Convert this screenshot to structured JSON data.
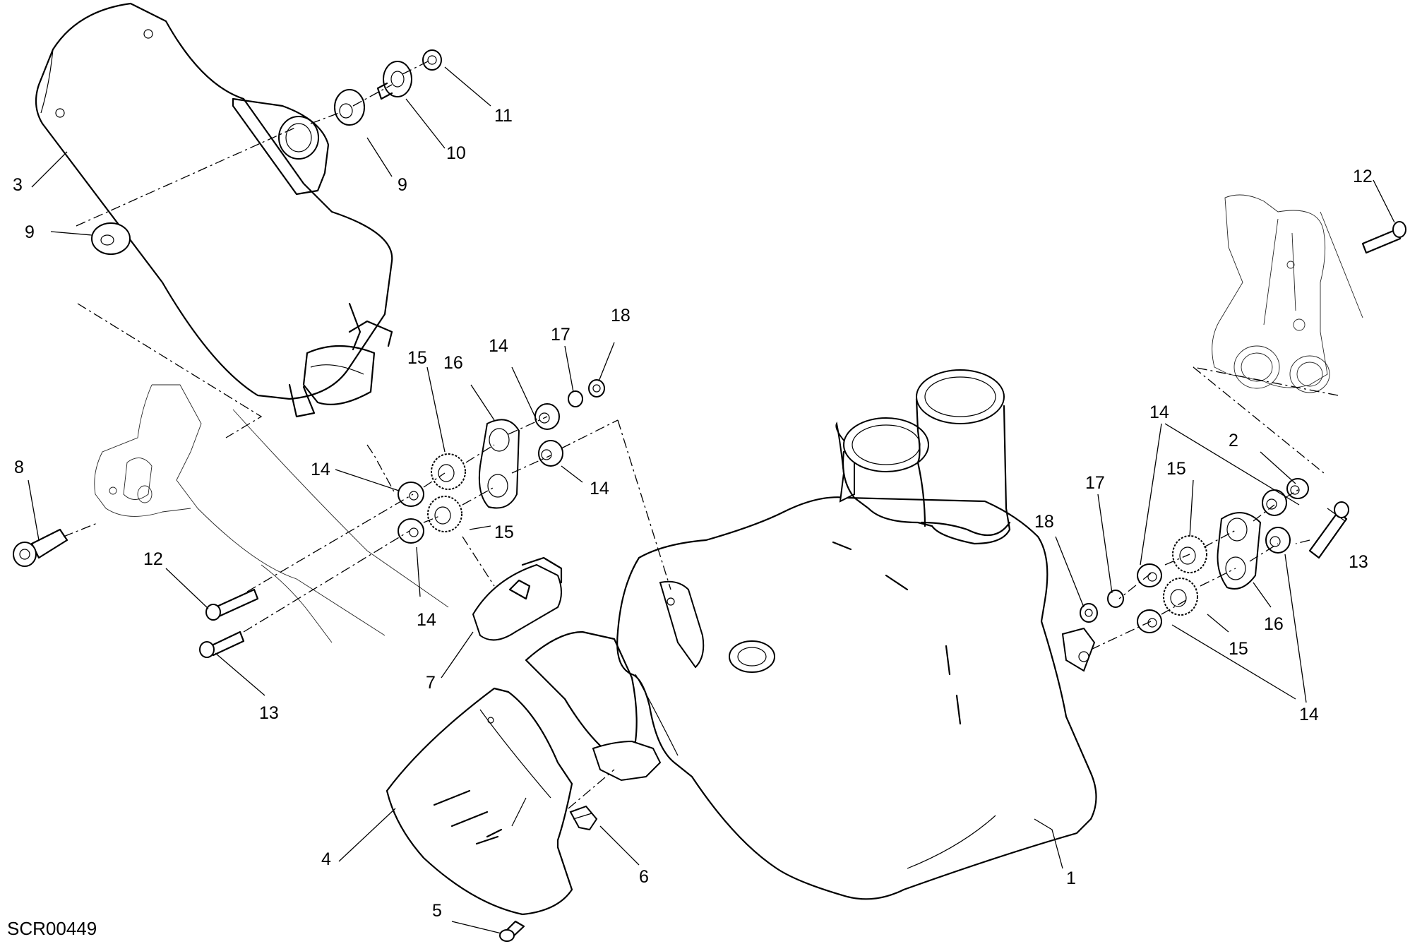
{
  "drawing_code": "SCR00449",
  "callouts": {
    "c1": "1",
    "c2": "2",
    "c3": "3",
    "c4": "4",
    "c5": "5",
    "c6": "6",
    "c7": "7",
    "c8": "8",
    "c9a": "9",
    "c9b": "9",
    "c10": "10",
    "c11": "11",
    "c12a": "12",
    "c12b": "12",
    "c13a": "13",
    "c13b": "13",
    "c14a": "14",
    "c14b": "14",
    "c14c": "14",
    "c14d": "14",
    "c14e": "14",
    "c14f": "14",
    "c15a": "15",
    "c15b": "15",
    "c15c": "15",
    "c15d": "15",
    "c16a": "16",
    "c16b": "16",
    "c17a": "17",
    "c17b": "17",
    "c18a": "18",
    "c18b": "18"
  }
}
